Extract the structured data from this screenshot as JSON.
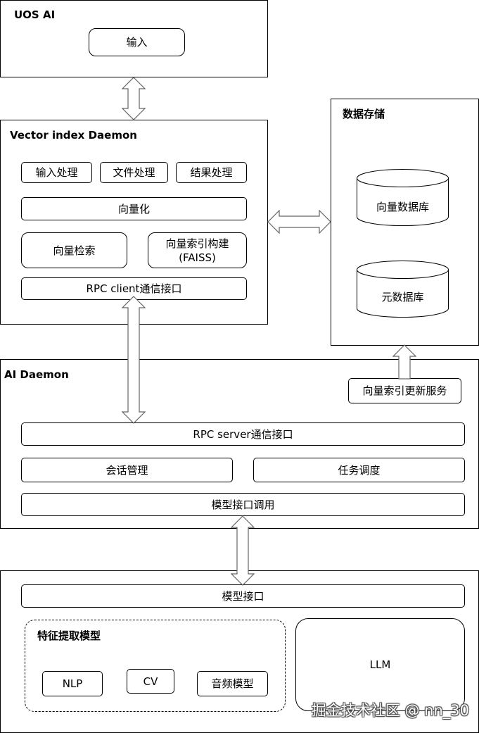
{
  "uos": {
    "title": "UOS AI",
    "input": "输入"
  },
  "vector": {
    "title": "Vector index Daemon",
    "input_proc": "输入处理",
    "file_proc": "文件处理",
    "result_proc": "结果处理",
    "vectorize": "向量化",
    "search": "向量检索",
    "build_line1": "向量索引构建",
    "build_line2": "(FAISS)",
    "rpc_client": "RPC client通信接口"
  },
  "storage": {
    "title": "数据存储",
    "vector_db": "向量数据库",
    "meta_db": "元数据库"
  },
  "ai": {
    "title": "AI Daemon",
    "index_update": "向量索引更新服务",
    "rpc_server": "RPC server通信接口",
    "session": "会话管理",
    "task": "任务调度",
    "model_call": "模型接口调用"
  },
  "models": {
    "interface": "模型接口",
    "feature_title": "特征提取模型",
    "nlp": "NLP",
    "cv": "CV",
    "audio": "音频模型",
    "llm": "LLM"
  },
  "watermark": "掘金技术社区 @ nn_30"
}
